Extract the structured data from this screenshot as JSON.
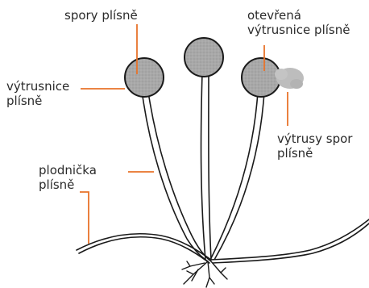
{
  "labels": {
    "mold_spores": "spory plísně",
    "open_sporangium": [
      "otevřená",
      "výtrusnice plísně"
    ],
    "sporangium": [
      "výtrusnice",
      "plísně"
    ],
    "spore_release": [
      "výtrusy spor",
      "plísně"
    ],
    "sporangiophore": [
      "plodnička",
      "plísně"
    ]
  },
  "colors": {
    "leader_line": "#e8732a",
    "sporangium_fill": "#a9a9a9",
    "spore_cloud_fill": "#bdbdbd",
    "outline": "#1a1a1a",
    "text": "#2b2b2b"
  }
}
